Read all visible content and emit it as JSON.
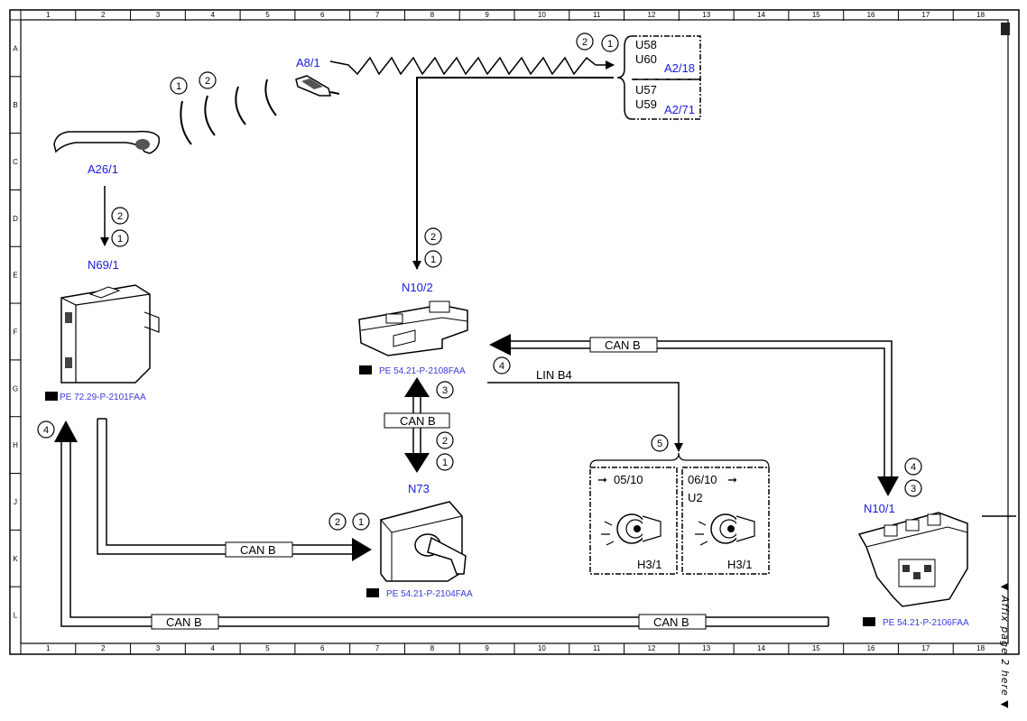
{
  "grid": {
    "columns": [
      "1",
      "2",
      "3",
      "4",
      "5",
      "6",
      "7",
      "8",
      "9",
      "10",
      "11",
      "12",
      "13",
      "14",
      "15",
      "16",
      "17",
      "18"
    ],
    "rows": [
      "A",
      "B",
      "C",
      "D",
      "E",
      "F",
      "G",
      "H",
      "J",
      "K",
      "L"
    ]
  },
  "components": {
    "a8_1": "A8/1",
    "a26_1": "A26/1",
    "n69_1": "N69/1",
    "n10_2": "N10/2",
    "n73": "N73",
    "n10_1": "N10/1",
    "a2_18": "A2/18",
    "a2_71": "A2/71",
    "h3_1_left": "H3/1",
    "h3_1_right": "H3/1"
  },
  "signals": {
    "u58": "U58",
    "u60": "U60",
    "u57": "U57",
    "u59": "U59",
    "u2": "U2",
    "variant_left": "05/10",
    "variant_right": "06/10"
  },
  "buses": {
    "can_b": "CAN B",
    "lin_b4": "LIN B4"
  },
  "references": {
    "n69_1": "PE 72.29-P-2101FAA",
    "n10_2": "PE 54.21-P-2108FAA",
    "n73": "PE 54.21-P-2104FAA",
    "n10_1": "PE 54.21-P-2106FAA"
  },
  "steps": [
    "1",
    "2",
    "3",
    "4",
    "5"
  ],
  "side_note": "▼ Affix page 2 here ▼",
  "colors": {
    "component_label": "#1a1adc",
    "reference": "#3a3adc",
    "line": "#000000"
  }
}
